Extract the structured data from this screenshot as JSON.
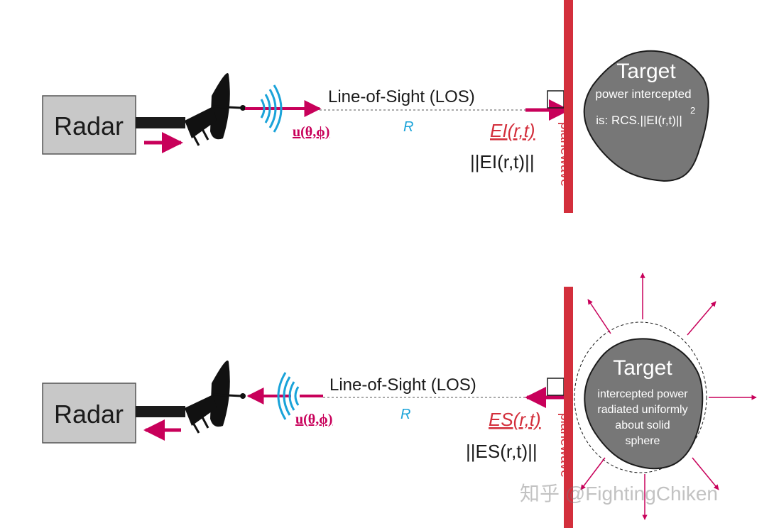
{
  "colors": {
    "magenta": "#c8005a",
    "red": "#d32f3c",
    "cyan": "#1aa3d9",
    "gray": "#c8c8c8",
    "target_gray": "#777777",
    "black": "#1b1b1b"
  },
  "panels": {
    "top": {
      "radar_label": "Radar",
      "los_label": "Line-of-Sight (LOS)",
      "range_label": "R",
      "direction_label": "u(θ,ϕ)",
      "field_label": "EI(r,t)",
      "field_magnitude": "||EI(r,t)||",
      "planewave_label": "planewave",
      "target_title": "Target",
      "target_line1": "power intercepted",
      "target_line2": "is: RCS.||EI(r,t)||",
      "target_exponent": "2"
    },
    "bottom": {
      "radar_label": "Radar",
      "los_label": "Line-of-Sight (LOS)",
      "range_label": "R",
      "direction_label": "u(θ,ϕ)",
      "field_label": "ES(r,t)",
      "field_magnitude": "||ES(r,t)||",
      "planewave_label": "planewave",
      "target_title": "Target",
      "target_line1": "intercepted power",
      "target_line2": "radiated uniformly",
      "target_line3": "about solid",
      "target_line4": "sphere"
    }
  },
  "watermark": "知乎 @FightingChiken"
}
